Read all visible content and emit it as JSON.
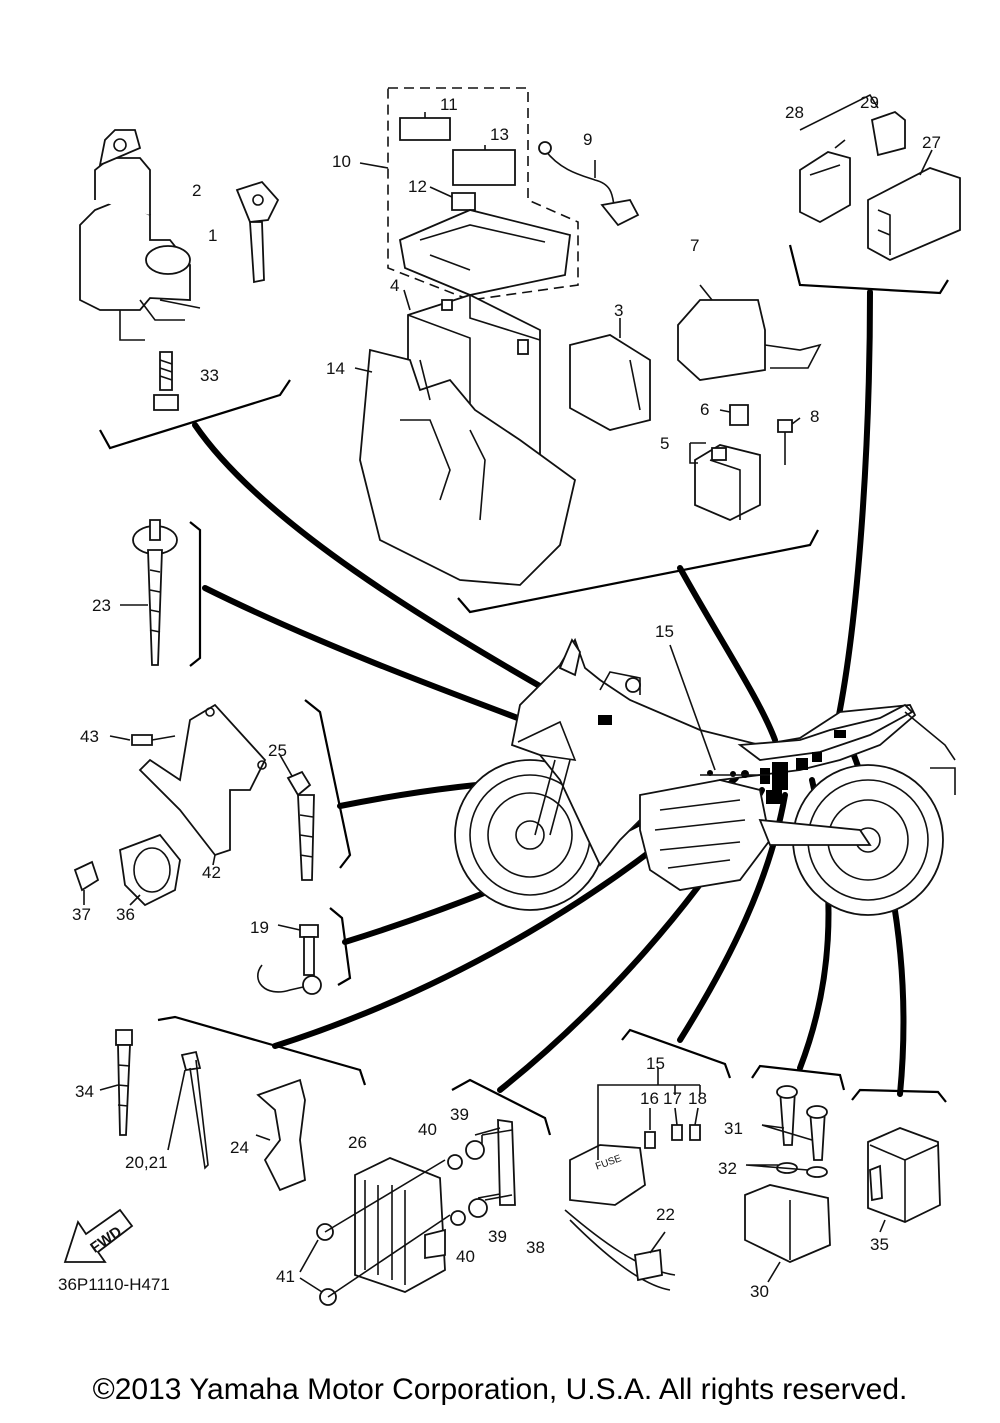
{
  "diagram_code": "36P1110-H471",
  "copyright": "©2013 Yamaha Motor Corporation, U.S.A. All rights reserved.",
  "direction_arrow": "FWD",
  "fuse_box_text": "FUSE",
  "callouts": {
    "n1": "1",
    "n2": "2",
    "n3": "3",
    "n4": "4",
    "n5": "5",
    "n6": "6",
    "n7": "7",
    "n8": "8",
    "n9": "9",
    "n10": "10",
    "n11": "11",
    "n12": "12",
    "n13": "13",
    "n14": "14",
    "n15a": "15",
    "n15b": "15",
    "n16": "16",
    "n17": "17",
    "n18": "18",
    "n19": "19",
    "n20_21": "20,21",
    "n22": "22",
    "n23": "23",
    "n24": "24",
    "n25": "25",
    "n26": "26",
    "n27": "27",
    "n28": "28",
    "n29": "29",
    "n30": "30",
    "n31": "31",
    "n32": "32",
    "n33": "33",
    "n34": "34",
    "n35": "35",
    "n36": "36",
    "n37": "37",
    "n38": "38",
    "n39a": "39",
    "n39b": "39",
    "n40a": "40",
    "n40b": "40",
    "n41": "41",
    "n42": "42",
    "n43": "43"
  }
}
